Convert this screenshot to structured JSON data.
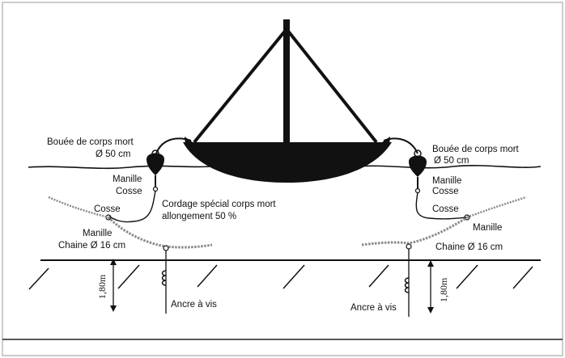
{
  "diagram": {
    "left_labels": {
      "buoy": "Bouée de corps mort",
      "buoy_diameter": "Ø 50 cm",
      "shackle": "Manille",
      "thimble": "Cosse",
      "rope_line1": "Cordage spécial corps mort",
      "rope_line2": "allongement 50 %",
      "thimble_lower": "Cosse",
      "shackle_lower": "Manille",
      "chain": "Chaine Ø 16 cm",
      "depth": "1,80m",
      "anchor": "Ancre à vis"
    },
    "right_labels": {
      "buoy": "Bouée de corps mort",
      "buoy_diameter": "Ø 50 cm",
      "shackle": "Manille",
      "thimble": "Cosse",
      "thimble_lower": "Cosse",
      "shackle_lower": "Manille",
      "chain": "Chaine Ø 16 cm",
      "depth": "1,80m",
      "anchor": "Ancre à vis"
    },
    "colors": {
      "ink": "#111111",
      "chain": "#8a8a8a",
      "border": "#bbbbbb"
    }
  }
}
